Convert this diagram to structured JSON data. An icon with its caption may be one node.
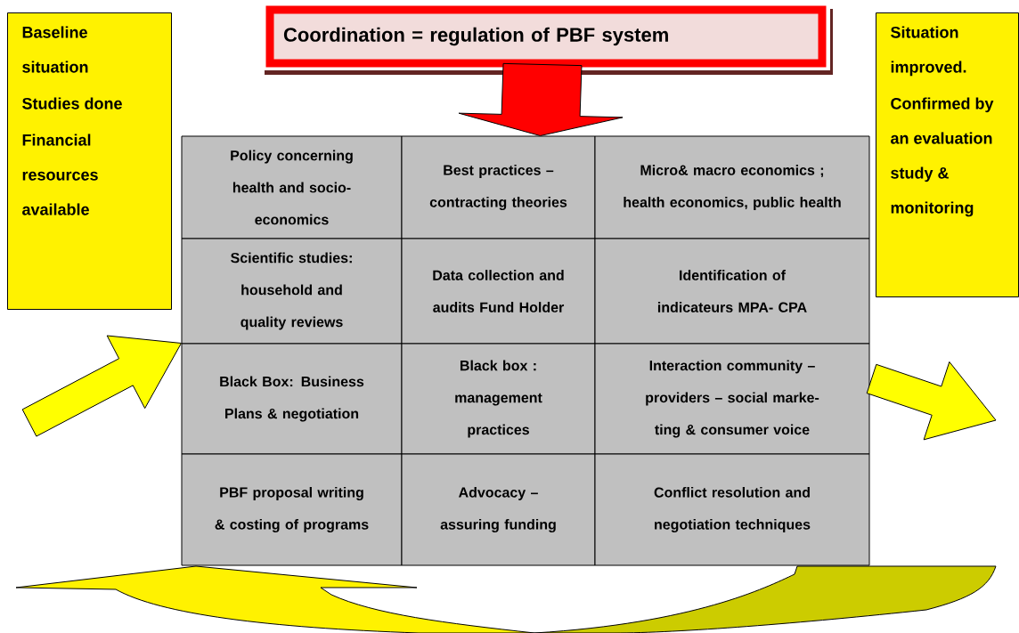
{
  "diagram": {
    "nodes": [
      {
        "text": [
          "Coordination = regulation  of PBF system"
        ]
      },
      {
        "text": [
          "Baseline situation",
          "Studies done",
          "Financial resources available"
        ]
      },
      {
        "text": [
          "Situation improved.",
          "Confirmed by an evaluation study & monitoring"
        ]
      },
      {
        "text": [
          "Policy concerning health and socio-economics"
        ]
      },
      {
        "text": [
          "Best practices – contracting theories"
        ]
      },
      {
        "text": [
          "Micro& macro economics ; health economics, public health"
        ]
      },
      {
        "text": [
          "Scientific studies: household and quality reviews"
        ]
      },
      {
        "text": [
          "Data collection and audits Fund Holder"
        ]
      },
      {
        "text": [
          "Identification of indicateurs MPA- CPA"
        ]
      },
      {
        "text": [
          "Black Box: Business Plans & negotiation"
        ]
      },
      {
        "text": [
          "Black box : management practices"
        ]
      },
      {
        "text": [
          "Interaction community – providers – social marke-ting & consumer voice"
        ]
      },
      {
        "text": [
          "PBF proposal writing & costing of programs"
        ]
      },
      {
        "text": [
          "Advocacy – assuring funding"
        ]
      },
      {
        "text": [
          "Conflict resolution and negotiation techniques"
        ]
      }
    ],
    "edges": [
      {
        "from": 0,
        "to": 4,
        "arrow": "to",
        "color": "#ff0000"
      },
      {
        "from": null,
        "to": 9,
        "arrow": "to"
      },
      {
        "from": 11,
        "to": null,
        "arrow": "to"
      }
    ]
  }
}
